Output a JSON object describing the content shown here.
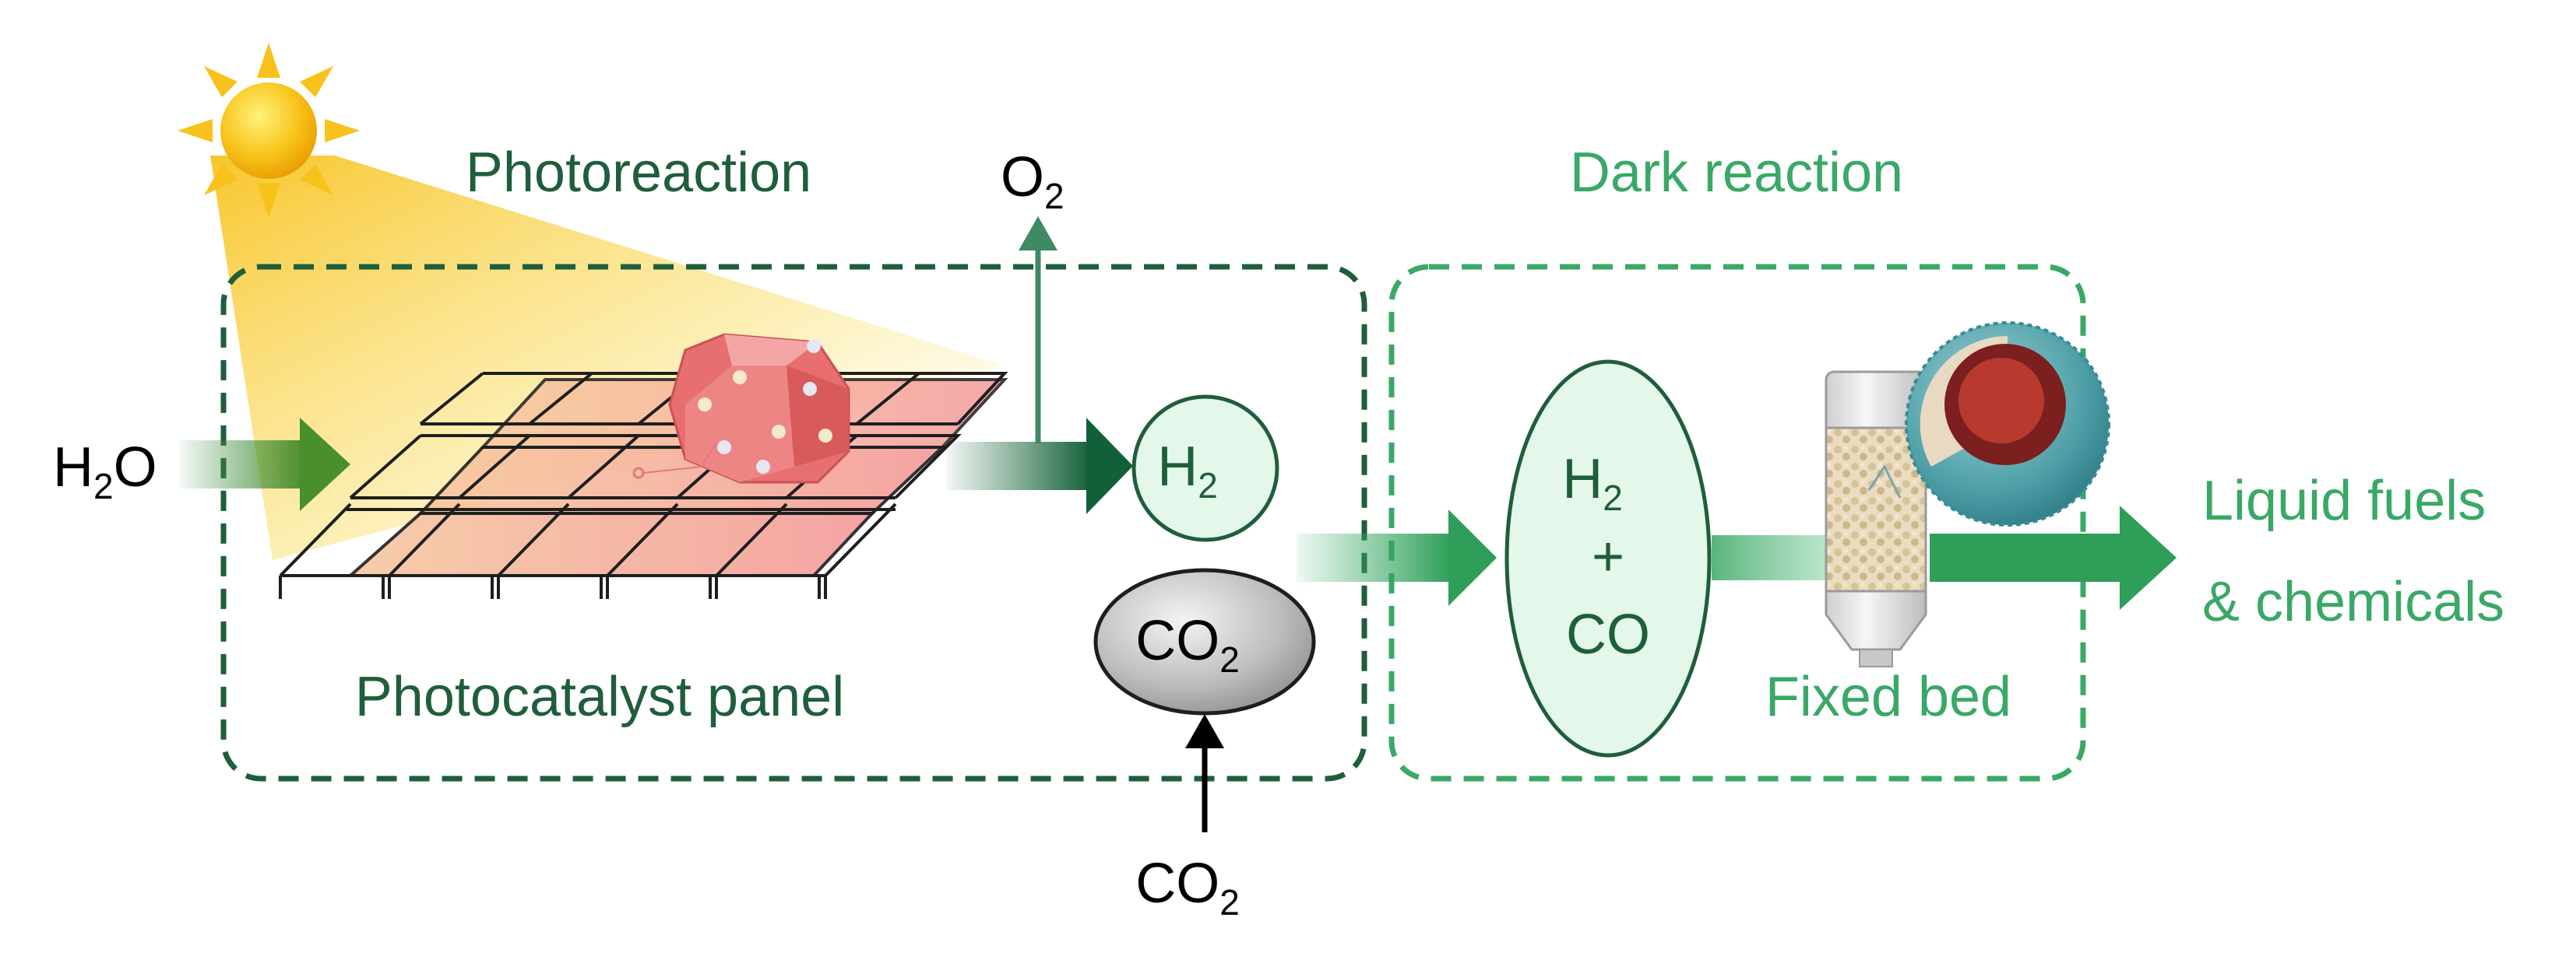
{
  "labels": {
    "photoreaction": "Photoreaction",
    "dark_reaction": "Dark reaction",
    "photocatalyst_panel": "Photocatalyst panel",
    "fixed_bed": "Fixed bed",
    "water_main": "H",
    "water_sub": "2",
    "water_tail": "O",
    "oxygen_main": "O",
    "oxygen_sub": "2",
    "h2_main": "H",
    "h2_sub": "2",
    "co2_bubble_main": "CO",
    "co2_bubble_sub": "2",
    "co2_input_main": "CO",
    "co2_input_sub": "2",
    "syngas_h2_main": "H",
    "syngas_h2_sub": "2",
    "syngas_plus": "+",
    "syngas_co": "CO",
    "output_line1": "Liquid fuels",
    "output_line2": "& chemicals"
  },
  "colors": {
    "dark_green": "#1f5e3a",
    "light_green": "#3aa866",
    "arrow_green": "#2e9e58",
    "o2_arrow": "#3d8a64",
    "pale_green_fill": "#e3f7ea",
    "panel_pink": "#f3a3a3",
    "sun_yellow": "#f7c21b"
  },
  "icons": [
    "sun-icon",
    "photocatalyst-particle-icon",
    "fixed-bed-reactor-icon",
    "catalyst-sphere-icon"
  ]
}
